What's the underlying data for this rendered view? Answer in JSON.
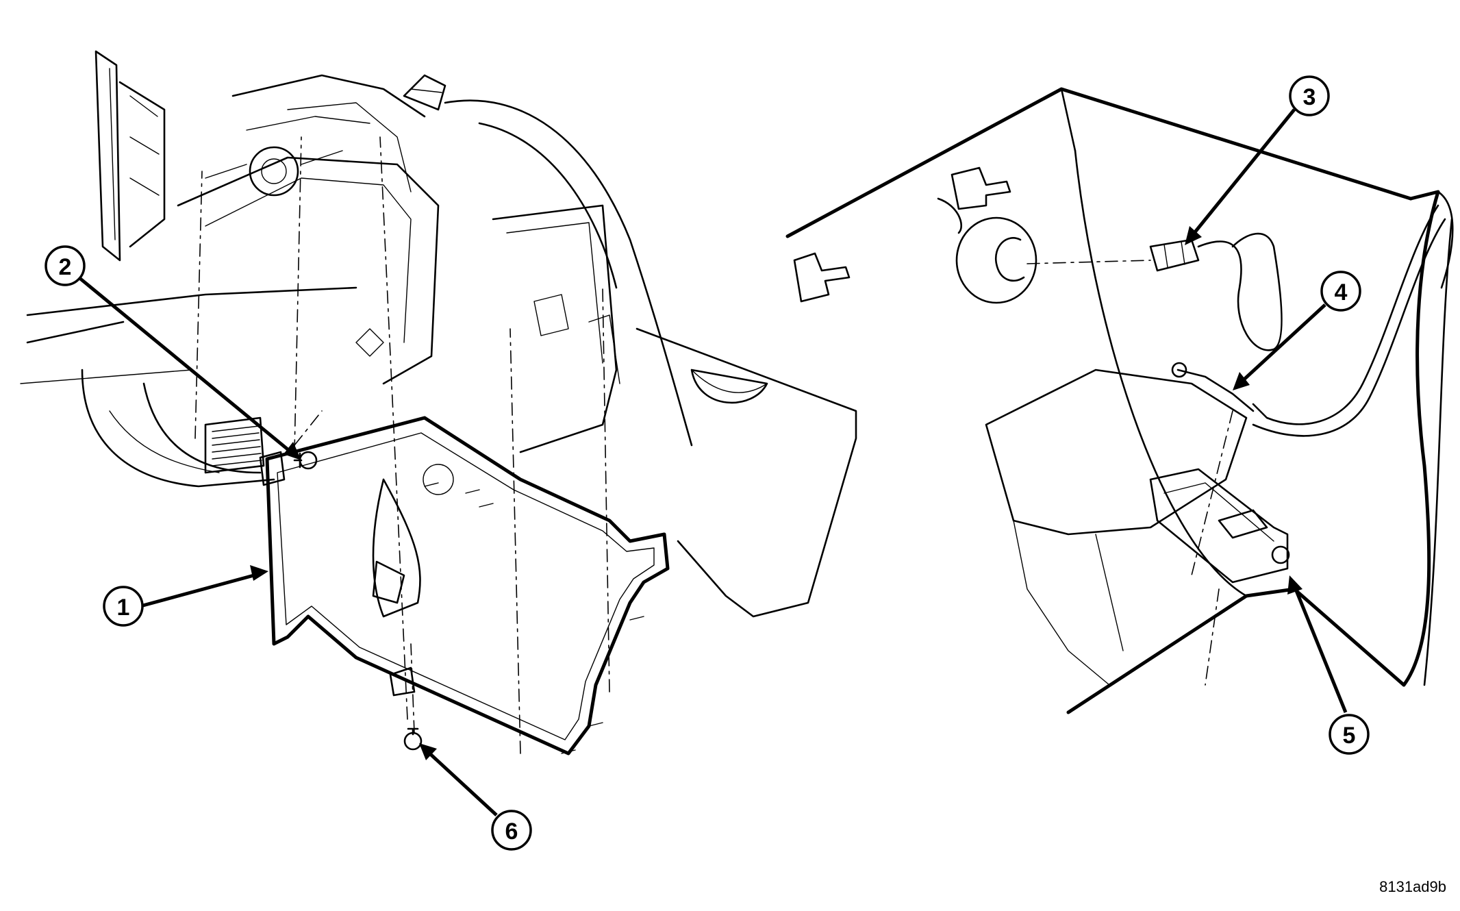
{
  "callouts": [
    {
      "id": "1",
      "label": "1"
    },
    {
      "id": "2",
      "label": "2"
    },
    {
      "id": "3",
      "label": "3"
    },
    {
      "id": "4",
      "label": "4"
    },
    {
      "id": "5",
      "label": "5"
    },
    {
      "id": "6",
      "label": "6"
    }
  ],
  "figure_id": "8131ad9b"
}
